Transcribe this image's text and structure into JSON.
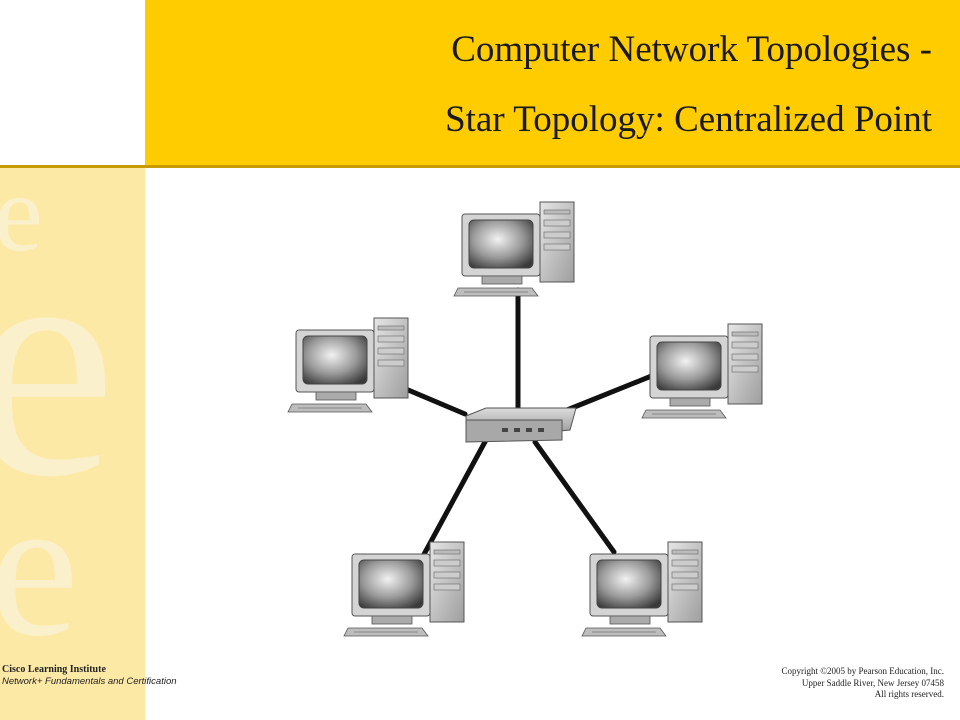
{
  "slide": {
    "title_line1": "Computer Network Topologies  -",
    "title_line2": "Star Topology: Centralized Point"
  },
  "colors": {
    "header": "#ffcc00",
    "sidebar": "#fde9a6",
    "cable": "#111111"
  },
  "diagram": {
    "hub": "hub-icon",
    "computers": [
      "computer-top",
      "computer-upper-left",
      "computer-upper-right",
      "computer-lower-left",
      "computer-lower-right"
    ]
  },
  "footer": {
    "institute": "Cisco Learning Institute",
    "course": "Network+ Fundamentals and Certification",
    "copyright_line1": "Copyright ©2005 by Pearson Education, Inc.",
    "copyright_line2": "Upper Saddle River, New Jersey 07458",
    "copyright_line3": "All rights reserved."
  }
}
